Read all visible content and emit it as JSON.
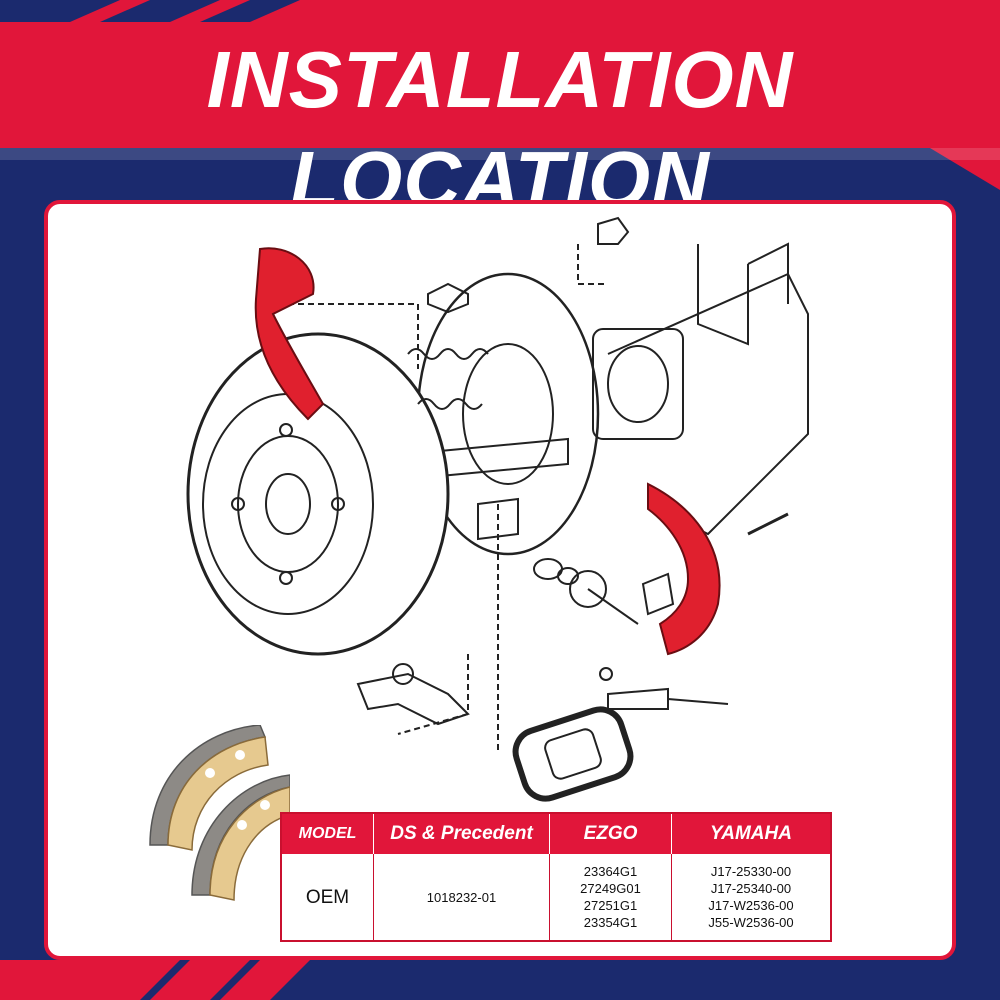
{
  "banner": {
    "title": "INSTALLATION LOCATION"
  },
  "table": {
    "headers": [
      "MODEL",
      "DS & Precedent",
      "EZGO",
      "YAMAHA"
    ],
    "row": {
      "model": "OEM",
      "ds_precedent": "1018232-01",
      "ezgo": [
        "23364G1",
        "27249G01",
        "27251G1",
        "23354G1"
      ],
      "yamaha": [
        "J17-25330-00",
        "J17-25340-00",
        "J17-W2536-00",
        "J55-W2536-00"
      ]
    }
  },
  "colors": {
    "navy": "#1b2a6e",
    "red": "#e1163a",
    "white": "#ffffff",
    "shoe_highlight": "#e0202e",
    "lining_tan": "#e6c98f",
    "lining_gray": "#8d8a86"
  }
}
